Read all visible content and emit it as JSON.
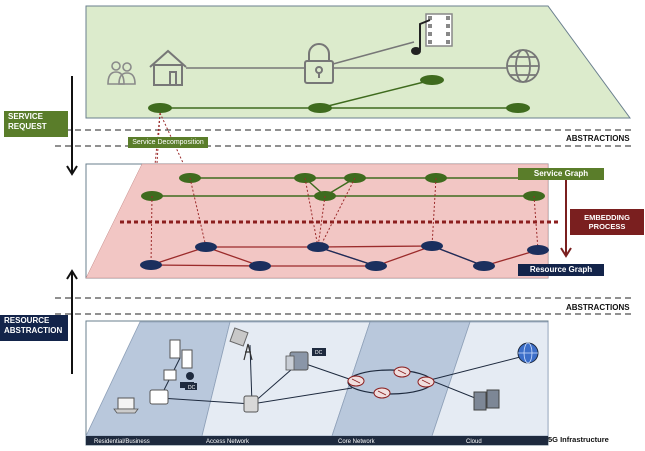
{
  "labels": {
    "service_request": "SERVICE REQUEST",
    "abstractions_top": "ABSTRACTIONS",
    "service_decomposition": "Service Decomposition",
    "service_graph": "Service Graph",
    "embedding_process": "EMBEDDING PROCESS",
    "resource_graph": "Resource Graph",
    "resource_abstraction": "RESOURCE ABSTRACTION",
    "abstractions_bottom": "ABSTRACTIONS",
    "infra_5g": "5G Infrastructure",
    "zone_residential": "Residential/Business",
    "zone_access": "Access Network",
    "zone_core": "Core Network",
    "zone_cloud": "Cloud",
    "dc_label_1": "DC",
    "dc_label_2": "DC"
  },
  "colors": {
    "service_plane": "#dcebcc",
    "embedding_plane": "#f2c6c4",
    "infra_plane": "#dfe6f0",
    "service_node": "#3f6b1e",
    "resource_node": "#1b2f5e",
    "accent_red": "#9b2b2b",
    "green_tag": "#5a7d2a",
    "navy_tag": "#13244a",
    "red_tag": "#7a1f1f"
  },
  "icons": [
    "users-icon",
    "house-icon",
    "lock-icon",
    "music-video-icon",
    "globe-icon",
    "antenna-icon",
    "server-icon",
    "router-icon",
    "laptop-icon"
  ]
}
